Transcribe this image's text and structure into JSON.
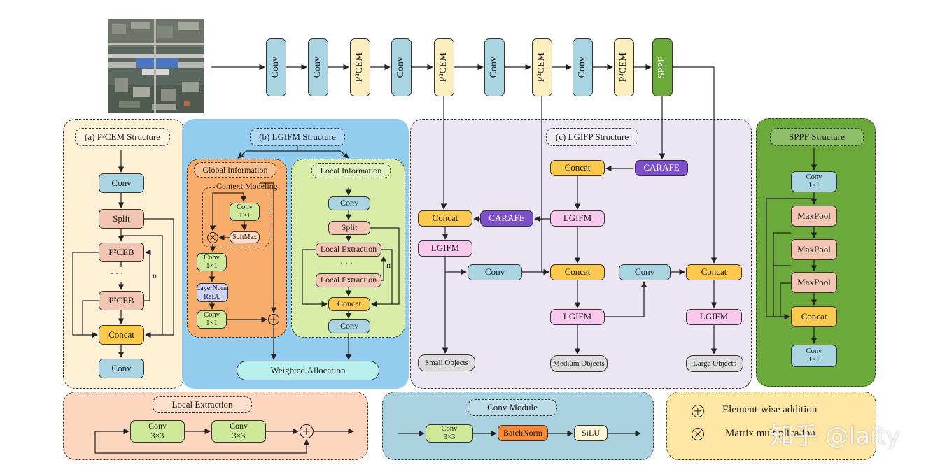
{
  "backbone": {
    "blocks": [
      "Conv",
      "Conv",
      "P²CEM",
      "Conv",
      "P²CEM",
      "Conv",
      "P²CEM",
      "Conv",
      "P²CEM",
      "SPPF"
    ]
  },
  "p2cem": {
    "title": "(a) P²CEM Structure",
    "conv_top": "Conv",
    "split": "Split",
    "p2ceb_1": "P²CEB",
    "dots": "·  ·  ·",
    "p2ceb_2": "P²CEB",
    "n_label": "n",
    "concat": "Concat",
    "conv_bottom": "Conv"
  },
  "lgifm": {
    "title": "(b) LGIFM Structure",
    "global_title": "Global Information",
    "context_title": "Context Modeling",
    "conv1": "Conv\n1×1",
    "softmax": "SoftMax",
    "conv2": "Conv\n1×1",
    "layernorm": "LayerNorm\nReLU",
    "conv3": "Conv\n1×1",
    "local_title": "Local Information",
    "local_conv": "Conv",
    "local_split": "Split",
    "local_ext1": "Local Extraction",
    "local_dots": "·  ·  ·",
    "local_ext2": "Local Extraction",
    "local_n": "n",
    "local_concat": "Concat",
    "local_conv2": "Conv",
    "weighted": "Weighted Allocation"
  },
  "lgifp": {
    "title": "(c) LGIFP Structure",
    "concat_top": "Concat",
    "carafe_top": "CARAFE",
    "concat_left": "Concat",
    "carafe_mid": "CARAFE",
    "lgifm_mid": "LGIFM",
    "lgifm_left": "LGIFM",
    "conv_left": "Conv",
    "concat_mid": "Concat",
    "conv_right": "Conv",
    "concat_right": "Concat",
    "lgifm_medium": "LGIFM",
    "lgifm_large": "LGIFM",
    "small": "Small Objects",
    "medium": "Medium Objects",
    "large": "Large Objects"
  },
  "sppf": {
    "title": "SPPF Structure",
    "conv_top": "Conv\n1×1",
    "maxpool1": "MaxPool",
    "maxpool2": "MaxPool",
    "maxpool3": "MaxPool",
    "concat": "Concat",
    "conv_bottom": "Conv\n1×1"
  },
  "local_extraction": {
    "title": "Local Extraction",
    "conv1": "Conv\n3×3",
    "conv2": "Conv\n3×3"
  },
  "conv_module": {
    "title": "Conv Module",
    "conv": "Conv\n3×3",
    "batchnorm": "BatchNorm",
    "silu": "SiLU"
  },
  "legend": {
    "addition": "Element-wise addition",
    "multiplication": "Matrix multiplication"
  },
  "watermark": "知乎 @laity",
  "colors": {
    "conv_blue": "#a9d4e2",
    "p2cem_yellow": "#fdeec0",
    "sppf_green": "#6aa93a",
    "concat_gold": "#fbc94e",
    "lgifm_pink": "#f8c8ee",
    "carafe_purple": "#7d4fc9",
    "panel_cream": "#fdf0d4",
    "panel_blue": "#92cdf0",
    "panel_lavender": "#ebe6f1",
    "panel_green": "#6aa93a",
    "panel_peach": "#fbd5bd",
    "panel_teal": "#a9d1e0",
    "panel_lightyellow": "#fde5a3",
    "global_orange": "#f7ac6b",
    "local_lime": "#d7eda8",
    "batchnorm_orange": "#f58a3c",
    "weighted_teal": "#b8f0ee"
  }
}
